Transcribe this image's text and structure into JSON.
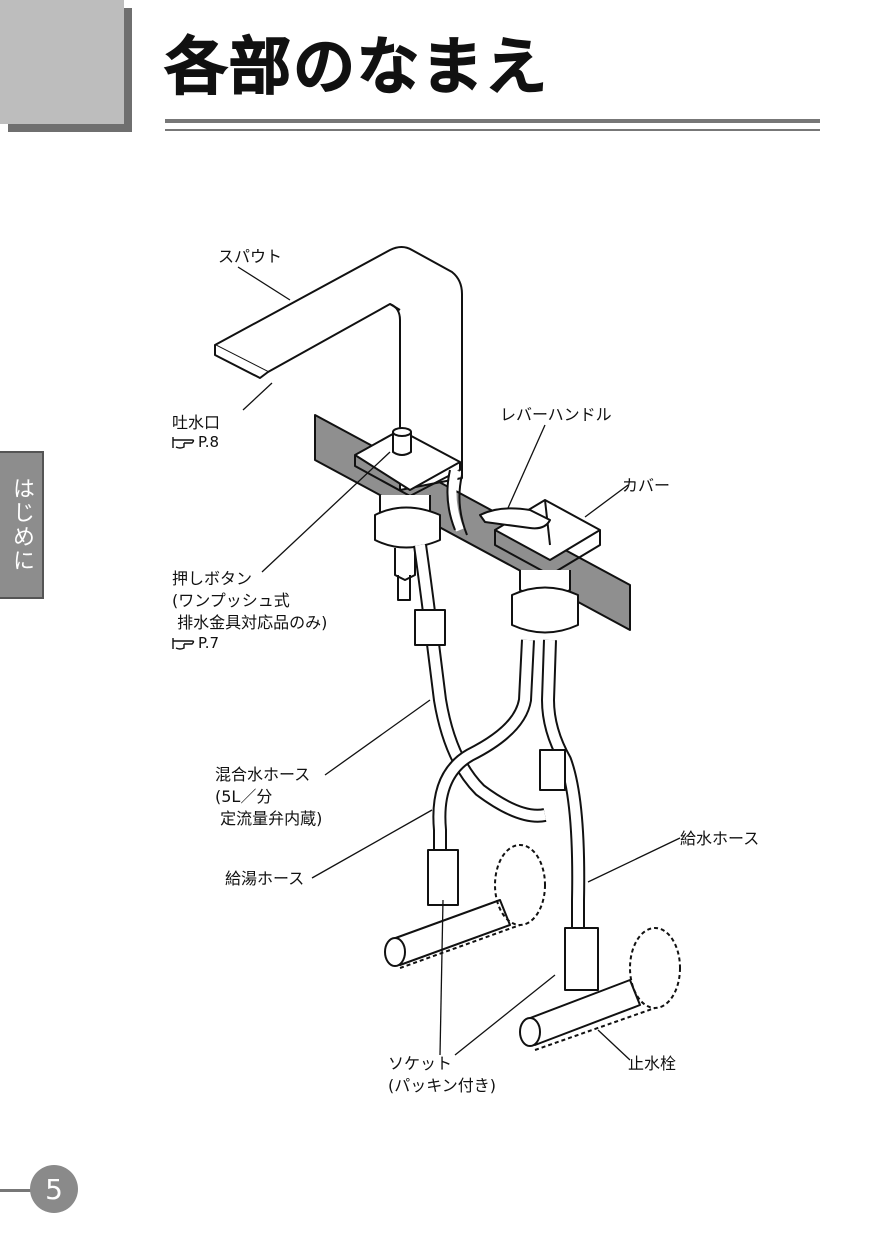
{
  "header": {
    "title": "各部のなまえ"
  },
  "side_tab": {
    "label": "はじめに"
  },
  "page_number": "5",
  "labels": {
    "spout": "スパウト",
    "outlet": "吐水口",
    "outlet_ref": "P.8",
    "lever_handle": "レバーハンドル",
    "cover": "カバー",
    "push_button_1": "押しボタン",
    "push_button_2": "(ワンプッシュ式",
    "push_button_3": " 排水金具対応品のみ)",
    "push_button_ref": "P.7",
    "mixed_hose_1": "混合水ホース",
    "mixed_hose_2": "(5L／分",
    "mixed_hose_3": " 定流量弁内蔵)",
    "hot_hose": "給湯ホース",
    "cold_hose": "給水ホース",
    "socket_1": "ソケット",
    "socket_2": "(パッキン付き)",
    "stop_valve": "止水栓"
  }
}
